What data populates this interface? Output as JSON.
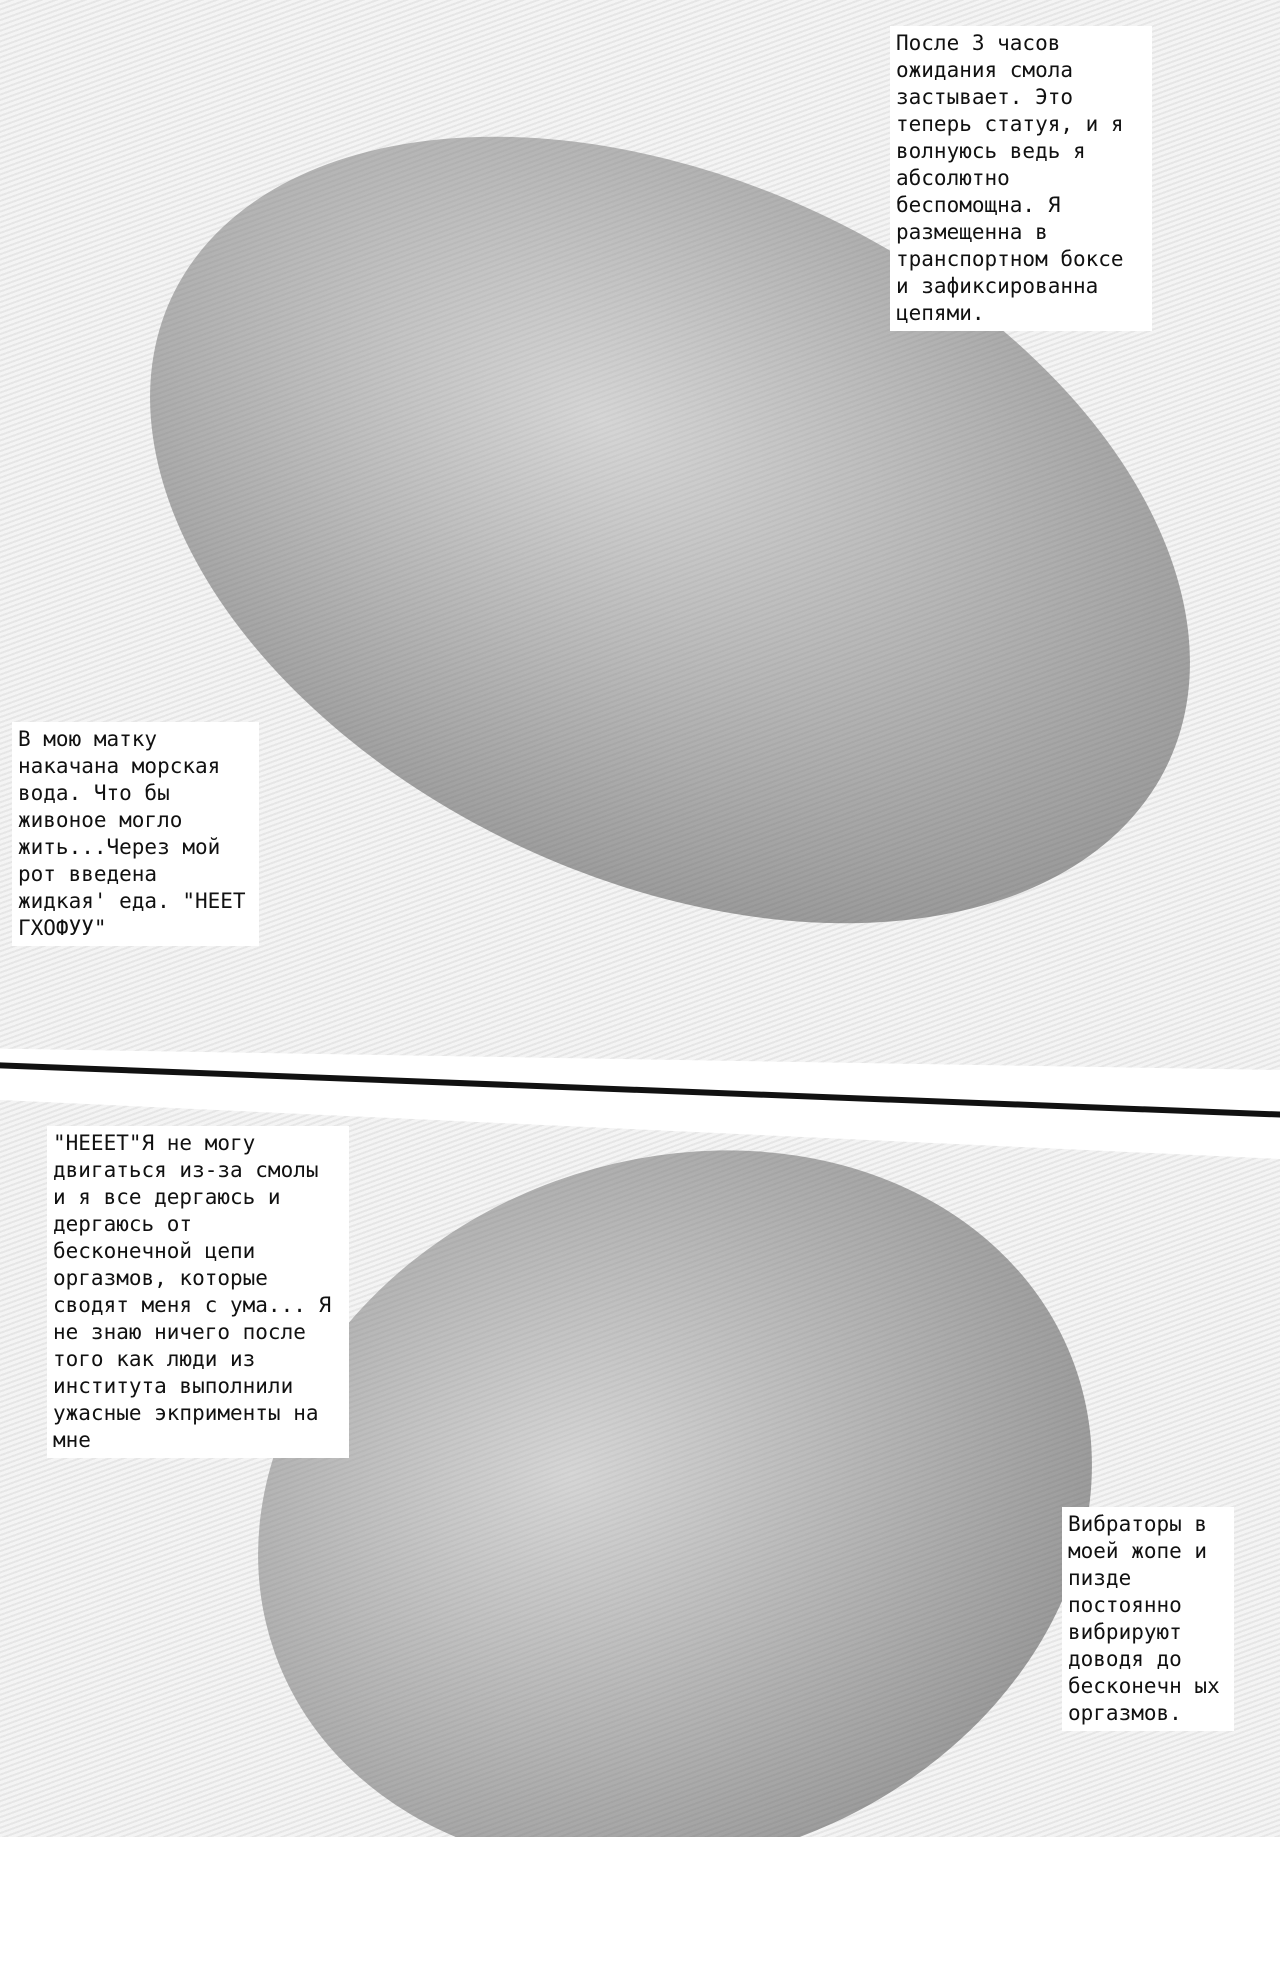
{
  "panels": [
    {
      "captions": [
        "После 3 часов ожидания смола застывает. Это теперь статуя, и я волнуюсь ведь я абсолютно беспомощна. Я размещенна в транспортном боксе и зафиксированна цепями.",
        "В мою матку накачана морская вода. Что бы живоное могло жить...Через мой рот введена жидкая' еда. \"НЕЕТ ГХОФУУ\""
      ]
    },
    {
      "captions": [
        "\"НЕЕЕТ\"Я не могу двигаться из-за смолы и я все дергаюсь и дергаюсь от бесконечной цепи оргазмов, которые сводят меня с ума... Я не знаю ничего после того как люди из института выполнили ужасные экприменты на мне",
        "Вибраторы в моей жопе и пизде постоянно вибрируют доводя до бесконечн ых оргазмов."
      ]
    }
  ]
}
